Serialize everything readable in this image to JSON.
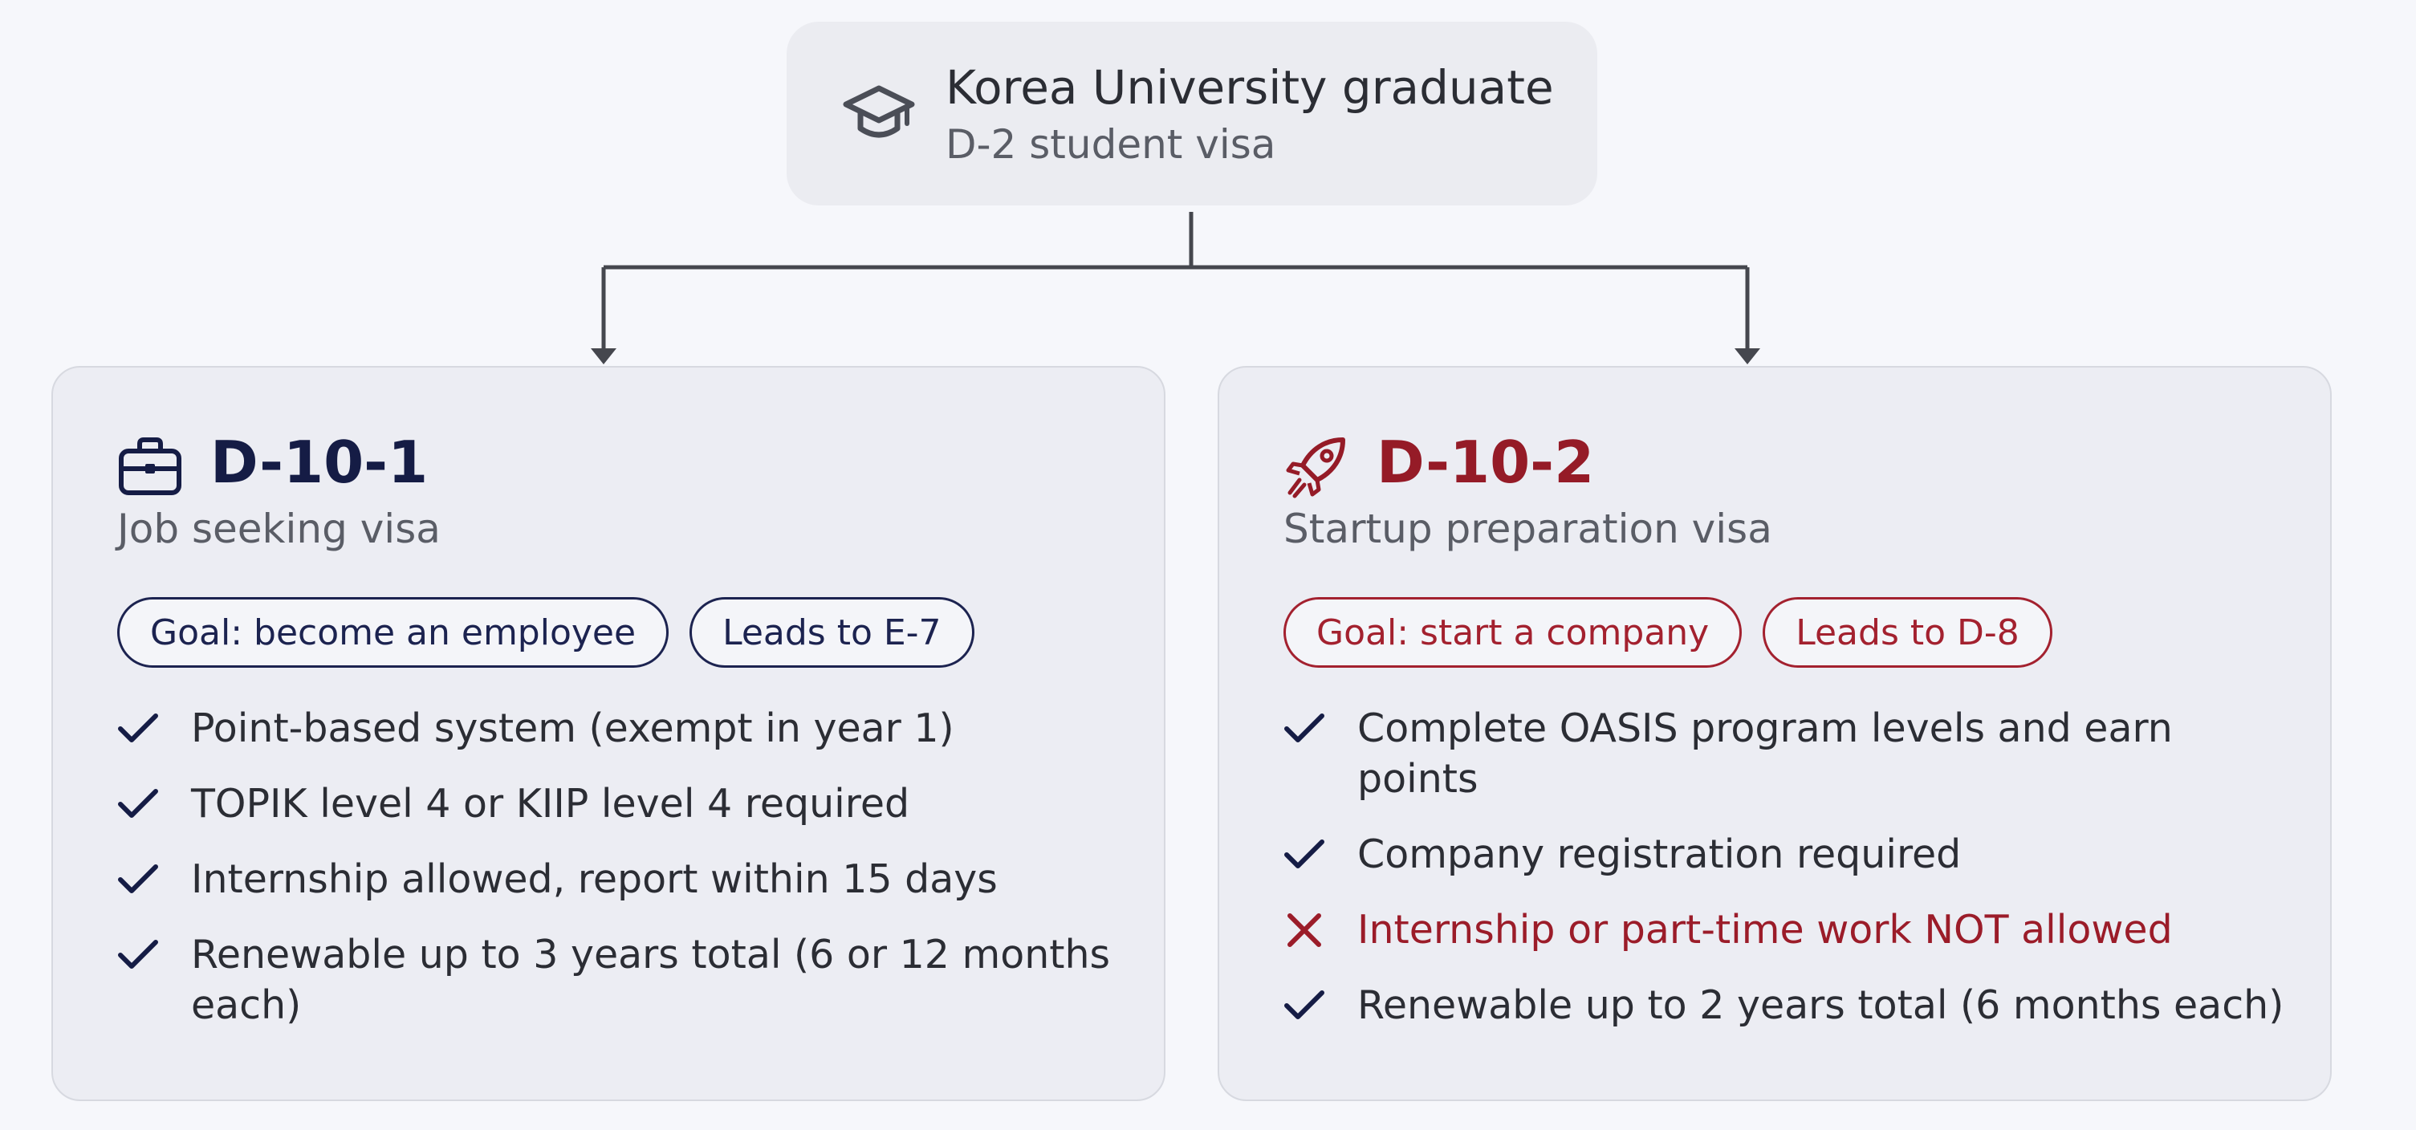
{
  "root": {
    "title": "Korea University graduate",
    "subtitle": "D-2 student visa",
    "icon": "graduation-cap-icon"
  },
  "colors": {
    "navy": "#151c45",
    "crimson": "#951b27",
    "connector": "#45474e"
  },
  "options": [
    {
      "code": "D-10-1",
      "subtitle": "Job seeking visa",
      "icon": "briefcase-icon",
      "tags": [
        "Goal: become an employee",
        "Leads to E-7"
      ],
      "items": [
        {
          "text": "Point-based system (exempt in year 1)",
          "allowed": true
        },
        {
          "text": "TOPIK level 4 or KIIP level 4 required",
          "allowed": true
        },
        {
          "text": "Internship allowed, report within 15 days",
          "allowed": true
        },
        {
          "text": "Renewable up to 3 years total (6 or 12 months each)",
          "allowed": true
        }
      ]
    },
    {
      "code": "D-10-2",
      "subtitle": "Startup preparation visa",
      "icon": "rocket-icon",
      "tags": [
        "Goal: start a company",
        "Leads to D-8"
      ],
      "items": [
        {
          "text": "Complete OASIS program levels and earn points",
          "allowed": true
        },
        {
          "text": "Company registration required",
          "allowed": true
        },
        {
          "text": "Internship or part-time work NOT allowed",
          "allowed": false
        },
        {
          "text": "Renewable up to 2 years total (6 months each)",
          "allowed": true
        }
      ]
    }
  ]
}
